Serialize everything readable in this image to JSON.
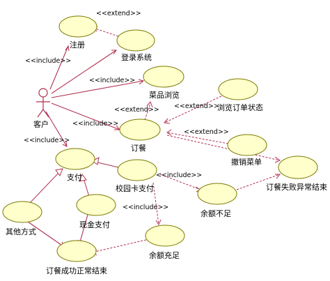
{
  "actor": {
    "name": "客户"
  },
  "use_cases": {
    "register": "注册",
    "login": "登录系统",
    "browse_menu": "菜品浏览",
    "order": "订餐",
    "browse_order_status": "浏览订单状态",
    "cancel_dish": "撤销菜单",
    "order_fail": "订餐失败异常结束",
    "pay": "支付",
    "campus_card_pay": "校园卡支付",
    "insufficient_balance": "余额不足",
    "other_method": "其他方式",
    "cash_pay": "现金支付",
    "sufficient_balance": "余额充足",
    "order_success": "订餐成功正常结束"
  },
  "stereotypes": {
    "extend": "<<extend>>",
    "include": "<<include>>"
  }
}
